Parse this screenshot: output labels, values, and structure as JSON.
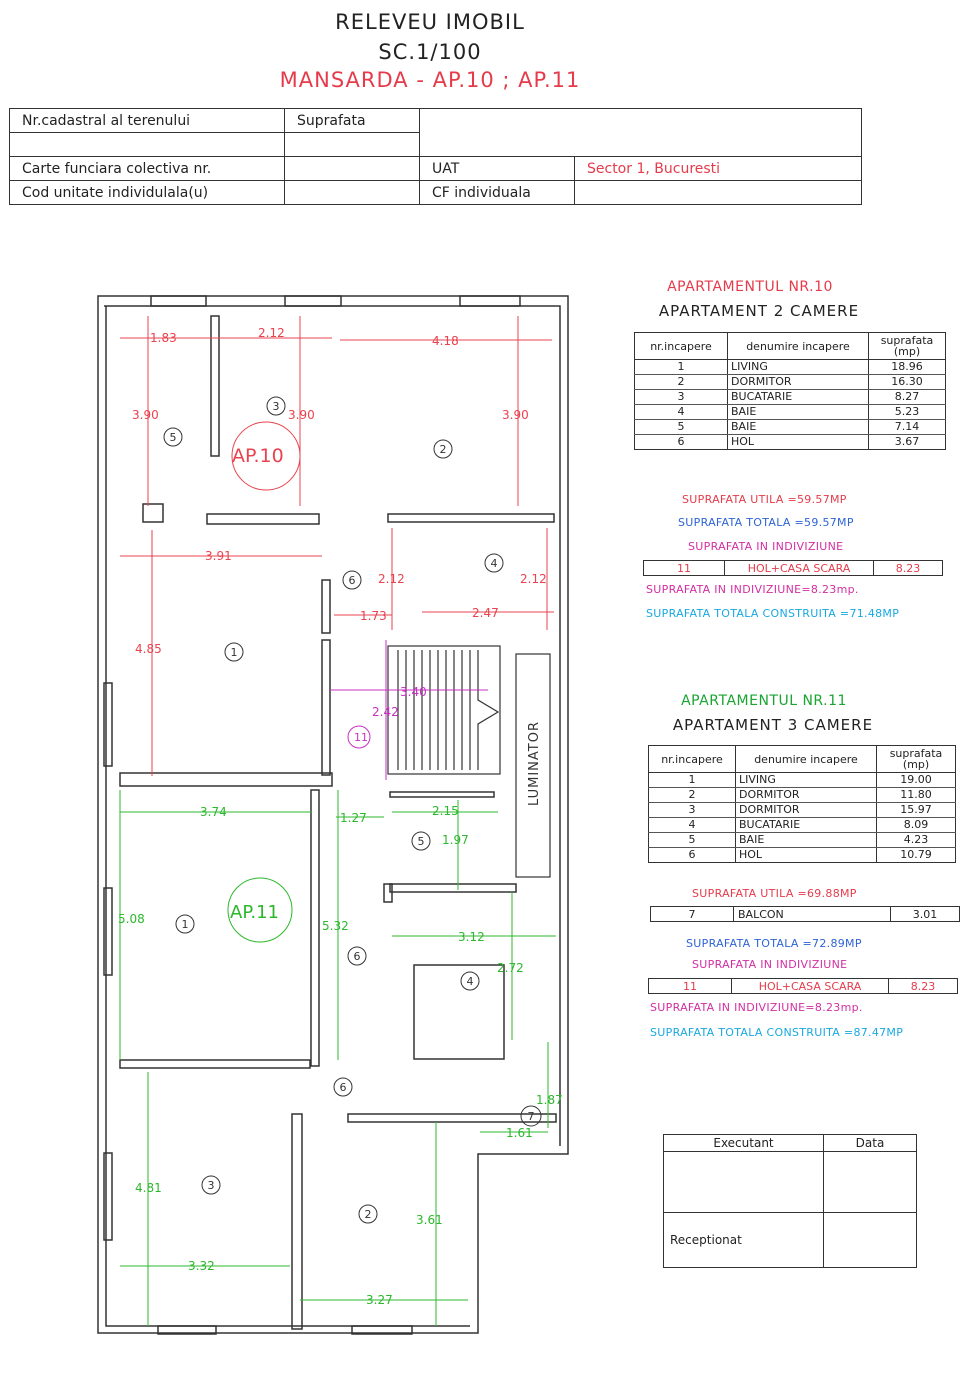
{
  "header": {
    "title": "RELEVEU IMOBIL",
    "scale": "SC.1/100",
    "subtitle": "MANSARDA - AP.10 ; AP.11"
  },
  "info": {
    "nr_cadastral_label": "Nr.cadastral al terenului",
    "suprafata_label": "Suprafata",
    "carte_funciara_label": "Carte funciara colectiva nr.",
    "uat_label": "UAT",
    "uat_value": "Sector 1, Bucuresti",
    "cod_unitate_label": "Cod unitate individulala(u)",
    "cf_individuala_label": "CF individuala"
  },
  "ap10": {
    "title": "APARTAMENTUL NR.10",
    "subtitle": "APARTAMENT 2 CAMERE",
    "col_nr": "nr.incapere",
    "col_name": "denumire incapere",
    "col_area": "suprafata",
    "col_unit": "(mp)",
    "rooms": [
      {
        "nr": "1",
        "name": "LIVING",
        "area": "18.96"
      },
      {
        "nr": "2",
        "name": "DORMITOR",
        "area": "16.30"
      },
      {
        "nr": "3",
        "name": "BUCATARIE",
        "area": "8.27"
      },
      {
        "nr": "4",
        "name": "BAIE",
        "area": "5.23"
      },
      {
        "nr": "5",
        "name": "BAIE",
        "area": "7.14"
      },
      {
        "nr": "6",
        "name": "HOL",
        "area": "3.67"
      }
    ],
    "utila": "SUPRAFATA UTILA =59.57MP",
    "totala": "SUPRAFATA TOTALA =59.57MP",
    "indiviziune_heading": "SUPRAFATA IN INDIVIZIUNE",
    "indiviziune_row": {
      "nr": "11",
      "name": "HOL+CASA SCARA",
      "area": "8.23"
    },
    "indiviziune_text": "SUPRAFATA IN INDIVIZIUNE=8.23mp.",
    "construita": "SUPRAFATA TOTALA CONSTRUITA =71.48MP"
  },
  "ap11": {
    "title": "APARTAMENTUL NR.11",
    "subtitle": "APARTAMENT 3 CAMERE",
    "col_nr": "nr.incapere",
    "col_name": "denumire incapere",
    "col_area": "suprafata",
    "col_unit": "(mp)",
    "rooms": [
      {
        "nr": "1",
        "name": "LIVING",
        "area": "19.00"
      },
      {
        "nr": "2",
        "name": "DORMITOR",
        "area": "11.80"
      },
      {
        "nr": "3",
        "name": "DORMITOR",
        "area": "15.97"
      },
      {
        "nr": "4",
        "name": "BUCATARIE",
        "area": "8.09"
      },
      {
        "nr": "5",
        "name": "BAIE",
        "area": "4.23"
      },
      {
        "nr": "6",
        "name": "HOL",
        "area": "10.79"
      }
    ],
    "utila": "SUPRAFATA UTILA =69.88MP",
    "balcon_row": {
      "nr": "7",
      "name": "BALCON",
      "area": "3.01"
    },
    "totala": "SUPRAFATA TOTALA =72.89MP",
    "indiviziune_heading": "SUPRAFATA IN INDIVIZIUNE",
    "indiviziune_row": {
      "nr": "11",
      "name": "HOL+CASA SCARA",
      "area": "8.23"
    },
    "indiviziune_text": "SUPRAFATA IN INDIVIZIUNE=8.23mp.",
    "construita": "SUPRAFATA TOTALA CONSTRUITA =87.47MP"
  },
  "signature": {
    "executant": "Executant",
    "data": "Data",
    "receptionat": "Receptionat"
  },
  "plan": {
    "ap10_label": "AP.10",
    "ap11_label": "AP.11",
    "luminator": "LUMINATOR",
    "ap10_dims": [
      "1.83",
      "2.12",
      "4.18",
      "3.90",
      "3.90",
      "3.90",
      "3.91",
      "2.12",
      "2.12",
      "1.73",
      "2.47",
      "4.85",
      "3.40",
      "2.42"
    ],
    "ap11_dims": [
      "3.74",
      "1.27",
      "2.15",
      "1.97",
      "5.08",
      "5.32",
      "3.12",
      "2.72",
      "1.87",
      "1.61",
      "4.81",
      "3.61",
      "3.32",
      "3.27"
    ],
    "ap10_rooms": [
      "5",
      "3",
      "2",
      "6",
      "4",
      "1",
      "11"
    ],
    "ap11_rooms": [
      "5",
      "1",
      "6",
      "4",
      "6",
      "7",
      "3",
      "2"
    ],
    "colors": {
      "ap10": "#e8434f",
      "ap11": "#2cb82c",
      "common": "#c732c2",
      "wall": "#333333"
    }
  }
}
